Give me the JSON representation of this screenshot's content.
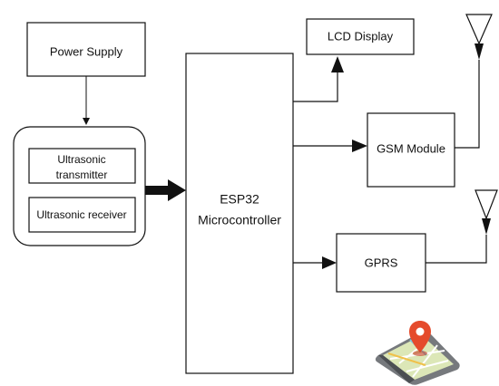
{
  "blocks": {
    "power_supply": "Power Supply",
    "ultrasonic_transmitter_line1": "Ultrasonic",
    "ultrasonic_transmitter_line2": "transmitter",
    "ultrasonic_receiver": "Ultrasonic receiver",
    "esp32_line1": "ESP32",
    "esp32_line2": "Microcontroller",
    "lcd_display": "LCD Display",
    "gsm_module": "GSM Module",
    "gprs": "GPRS"
  },
  "icons": {
    "gsm_antenna": "antenna-icon",
    "gprs_antenna": "antenna-icon",
    "phone_map": "smartphone-map-icon",
    "location_pin": "location-pin-icon"
  },
  "colors": {
    "stroke": "#111111",
    "phone_body": "#7d7f82",
    "phone_screen": "#dce7b7",
    "pin": "#e54b2c",
    "map_road": "#ffffff"
  }
}
